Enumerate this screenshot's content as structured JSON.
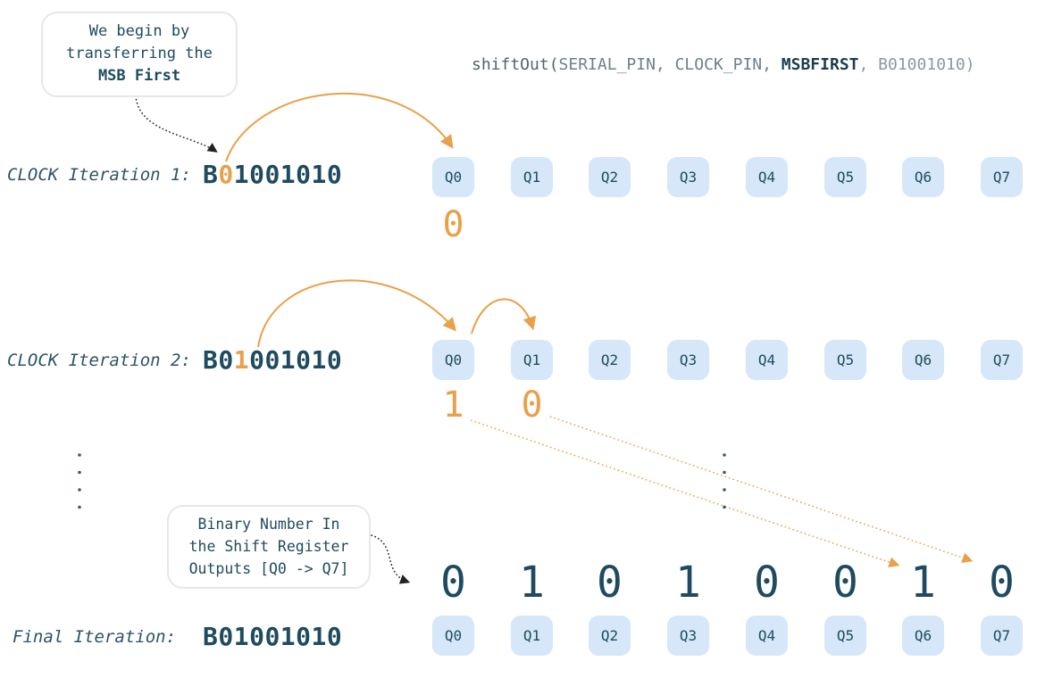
{
  "colors": {
    "accent_orange": "#e9a04b",
    "ink_teal": "#1e4b5f",
    "label_teal": "#2b5468",
    "box_blue": "#d5e7f8",
    "dotted_black": "#2b2b2b",
    "bubble_border": "#e7e7e7"
  },
  "code": {
    "segments": [
      {
        "text": "shiftOut(",
        "color": "#54646b",
        "bold": false
      },
      {
        "text": "SERIAL_PIN, CLOCK_PIN, ",
        "color": "#6f8089",
        "bold": false
      },
      {
        "text": "MSBFIRST",
        "color": "#1c3d4d",
        "bold": true
      },
      {
        "text": ", B01001010)",
        "color": "#8a99a0",
        "bold": false
      }
    ]
  },
  "callout_msb": {
    "line1": "We begin by",
    "line2": "transferring the",
    "line3": "MSB First"
  },
  "callout_binary": {
    "line1": "Binary Number In",
    "line2": "the Shift Register",
    "line3": "Outputs [Q0 -> Q7]"
  },
  "register_labels": [
    "Q0",
    "Q1",
    "Q2",
    "Q3",
    "Q4",
    "Q5",
    "Q6",
    "Q7"
  ],
  "iterations": [
    {
      "label": "CLOCK Iteration 1:",
      "binary": "B01001010",
      "highlight_index": 1,
      "outputs": [
        {
          "slot": 0,
          "value": "0"
        }
      ]
    },
    {
      "label": "CLOCK Iteration 2:",
      "binary": "B01001010",
      "highlight_index": 2,
      "outputs": [
        {
          "slot": 0,
          "value": "1"
        },
        {
          "slot": 1,
          "value": "0"
        }
      ]
    }
  ],
  "final": {
    "label": "Final Iteration:",
    "binary": "B01001010",
    "highlight_index": -1,
    "outputs": [
      "0",
      "1",
      "0",
      "1",
      "0",
      "0",
      "1",
      "0"
    ]
  },
  "ellipsis": {
    "left_dots": 4,
    "middle_dots": 4
  }
}
